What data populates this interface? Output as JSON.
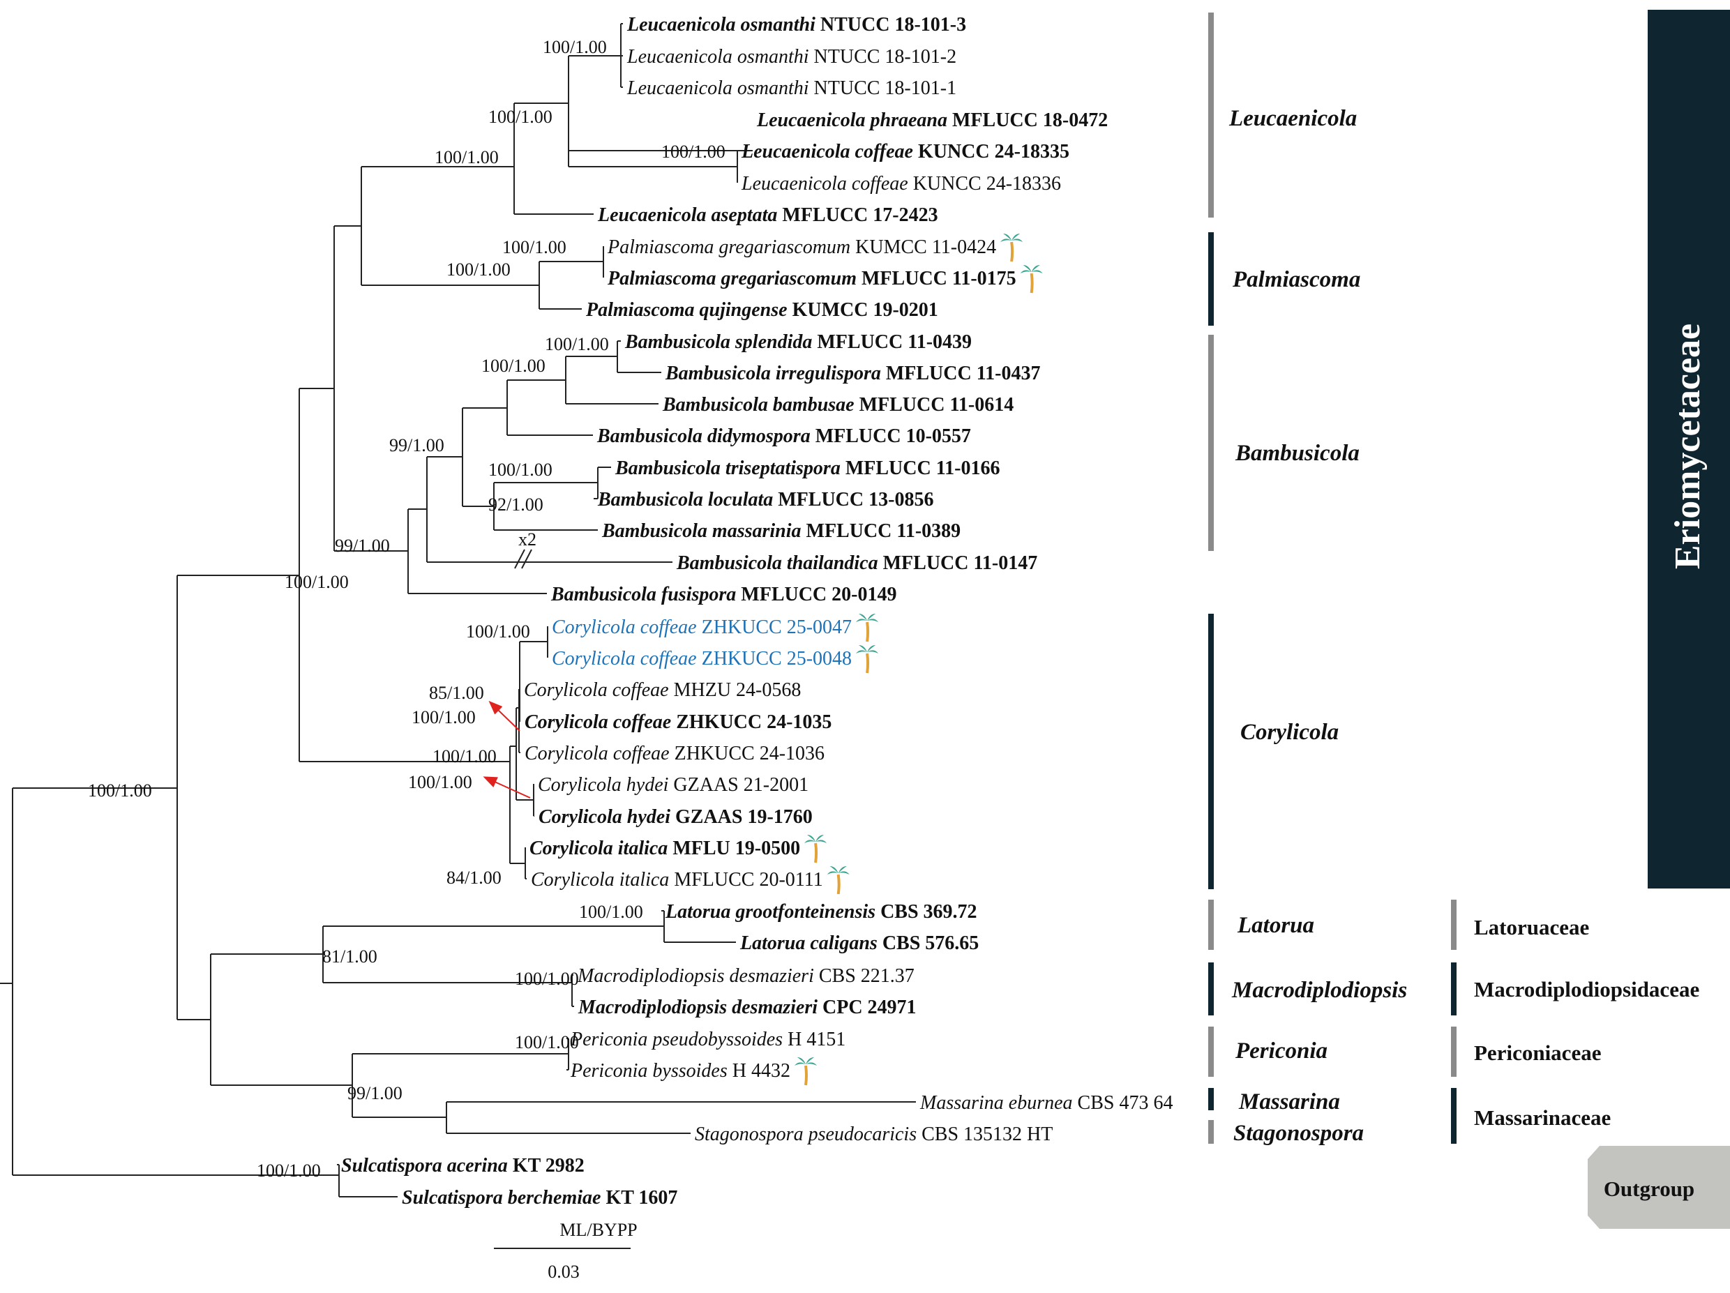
{
  "taxa": [
    {
      "genus": "Leucaenicola",
      "epithet": "osmanthi",
      "strain": "NTUCC 18-101-3",
      "bold": true,
      "blue": false,
      "palm": false
    },
    {
      "genus": "Leucaenicola",
      "epithet": "osmanthi",
      "strain": "NTUCC 18-101-2",
      "bold": false,
      "blue": false,
      "palm": false
    },
    {
      "genus": "Leucaenicola",
      "epithet": "osmanthi",
      "strain": "NTUCC 18-101-1",
      "bold": false,
      "blue": false,
      "palm": false
    },
    {
      "genus": "Leucaenicola",
      "epithet": "phraeana",
      "strain": "MFLUCC 18-0472",
      "bold": true,
      "blue": false,
      "palm": false
    },
    {
      "genus": "Leucaenicola",
      "epithet": "coffeae",
      "strain": "KUNCC 24-18335",
      "bold": true,
      "blue": false,
      "palm": false
    },
    {
      "genus": "Leucaenicola",
      "epithet": "coffeae",
      "strain": "KUNCC 24-18336",
      "bold": false,
      "blue": false,
      "palm": false
    },
    {
      "genus": "Leucaenicola",
      "epithet": "aseptata",
      "strain": "MFLUCC 17-2423",
      "bold": true,
      "blue": false,
      "palm": false
    },
    {
      "genus": "Palmiascoma",
      "epithet": "gregariascomum",
      "strain": "KUMCC 11-0424",
      "bold": false,
      "blue": false,
      "palm": true
    },
    {
      "genus": "Palmiascoma",
      "epithet": "gregariascomum",
      "strain": "MFLUCC 11-0175",
      "bold": true,
      "blue": false,
      "palm": true
    },
    {
      "genus": "Palmiascoma",
      "epithet": "qujingense",
      "strain": "KUMCC 19-0201",
      "bold": true,
      "blue": false,
      "palm": false
    },
    {
      "genus": "Bambusicola",
      "epithet": "splendida",
      "strain": "MFLUCC 11-0439",
      "bold": true,
      "blue": false,
      "palm": false
    },
    {
      "genus": "Bambusicola",
      "epithet": "irregulispora",
      "strain": "MFLUCC 11-0437",
      "bold": true,
      "blue": false,
      "palm": false
    },
    {
      "genus": "Bambusicola",
      "epithet": "bambusae",
      "strain": "MFLUCC 11-0614",
      "bold": true,
      "blue": false,
      "palm": false
    },
    {
      "genus": "Bambusicola",
      "epithet": "didymospora",
      "strain": "MFLUCC 10-0557",
      "bold": true,
      "blue": false,
      "palm": false
    },
    {
      "genus": "Bambusicola",
      "epithet": "triseptatispora",
      "strain": "MFLUCC 11-0166",
      "bold": true,
      "blue": false,
      "palm": false
    },
    {
      "genus": "Bambusicola",
      "epithet": "loculata",
      "strain": "MFLUCC 13-0856",
      "bold": true,
      "blue": false,
      "palm": false
    },
    {
      "genus": "Bambusicola",
      "epithet": "massarinia",
      "strain": "MFLUCC 11-0389",
      "bold": true,
      "blue": false,
      "palm": false
    },
    {
      "genus": "Bambusicola",
      "epithet": "thailandica",
      "strain": "MFLUCC 11-0147",
      "bold": true,
      "blue": false,
      "palm": false
    },
    {
      "genus": "Bambusicola",
      "epithet": "fusispora",
      "strain": "MFLUCC 20-0149",
      "bold": true,
      "blue": false,
      "palm": false
    },
    {
      "genus": "Corylicola",
      "epithet": "coffeae",
      "strain": "ZHKUCC 25-0047",
      "bold": false,
      "blue": true,
      "palm": true
    },
    {
      "genus": "Corylicola",
      "epithet": "coffeae",
      "strain": "ZHKUCC 25-0048",
      "bold": false,
      "blue": true,
      "palm": true
    },
    {
      "genus": "Corylicola",
      "epithet": "coffeae",
      "strain": "MHZU 24-0568",
      "bold": false,
      "blue": false,
      "palm": false
    },
    {
      "genus": "Corylicola",
      "epithet": "coffeae",
      "strain": "ZHKUCC 24-1035",
      "bold": true,
      "blue": false,
      "palm": false
    },
    {
      "genus": "Corylicola",
      "epithet": "coffeae",
      "strain": "ZHKUCC 24-1036",
      "bold": false,
      "blue": false,
      "palm": false
    },
    {
      "genus": "Corylicola",
      "epithet": "hydei",
      "strain": "GZAAS 21-2001",
      "bold": false,
      "blue": false,
      "palm": false
    },
    {
      "genus": "Corylicola",
      "epithet": "hydei",
      "strain": "GZAAS 19-1760",
      "bold": true,
      "blue": false,
      "palm": false
    },
    {
      "genus": "Corylicola",
      "epithet": "italica",
      "strain": "MFLU 19-0500",
      "bold": true,
      "blue": false,
      "palm": true
    },
    {
      "genus": "Corylicola",
      "epithet": "italica",
      "strain": "MFLUCC 20-0111",
      "bold": false,
      "blue": false,
      "palm": true
    },
    {
      "genus": "Latorua",
      "epithet": "grootfonteinensis",
      "strain": "CBS 369.72",
      "bold": true,
      "blue": false,
      "palm": false
    },
    {
      "genus": "Latorua",
      "epithet": "caligans",
      "strain": "CBS 576.65",
      "bold": true,
      "blue": false,
      "palm": false
    },
    {
      "genus": "Macrodiplodiopsis",
      "epithet": "desmazieri",
      "strain": "CBS 221.37",
      "bold": false,
      "blue": false,
      "palm": false
    },
    {
      "genus": "Macrodiplodiopsis",
      "epithet": "desmazieri",
      "strain": "CPC 24971",
      "bold": true,
      "blue": false,
      "palm": false
    },
    {
      "genus": "Periconia",
      "epithet": "pseudobyssoides",
      "strain": "H 4151",
      "bold": false,
      "blue": false,
      "palm": false
    },
    {
      "genus": "Periconia",
      "epithet": "byssoides",
      "strain": "H 4432",
      "bold": false,
      "blue": false,
      "palm": true
    },
    {
      "genus": "Massarina",
      "epithet": "eburnea",
      "strain": "CBS 473 64",
      "bold": false,
      "blue": false,
      "palm": false
    },
    {
      "genus": "Stagonospora",
      "epithet": "pseudocaricis",
      "strain": "CBS 135132 HT",
      "bold": false,
      "blue": false,
      "palm": false
    },
    {
      "genus": "Sulcatispora",
      "epithet": "acerina",
      "strain": "KT 2982",
      "bold": true,
      "blue": false,
      "palm": false
    },
    {
      "genus": "Sulcatispora",
      "epithet": "berchemiae",
      "strain": "KT 1607",
      "bold": true,
      "blue": false,
      "palm": false
    }
  ],
  "support_values": [
    "100/1.00",
    "100/1.00",
    "100/1.00",
    "100/1.00",
    "100/1.00",
    "100/1.00",
    "100/1.00",
    "100/1.00",
    "99/1.00",
    "100/1.00",
    "92/1.00",
    "99/1.00",
    "100/1.00",
    "100/1.00",
    "85/1.00",
    "100/1.00",
    "100/1.00",
    "100/1.00",
    "84/1.00",
    "100/1.00",
    "100/1.00",
    "81/1.00",
    "100/1.00",
    "100/1.00",
    "99/1.00",
    "100/1.00"
  ],
  "break_label": "x2",
  "genus_labels": [
    "Leucaenicola",
    "Palmiascoma",
    "Bambusicola",
    "Corylicola",
    "Latorua",
    "Macrodiplodiopsis",
    "Periconia",
    "Massarina",
    "Stagonospora"
  ],
  "family_labels": [
    "Latoruaceae",
    "Macrodiplodiopsidaceae",
    "Periconiaceae",
    "Massarinaceae"
  ],
  "eriomycetaceae_label": "Eriomycetaceae",
  "outgroup_label": "Outgroup",
  "scale": {
    "legend": "ML/BYPP",
    "value": "0.03"
  },
  "colors": {
    "dark_bar": "#0f2530",
    "grey_bar": "#8a8a8a",
    "blue_taxon": "#1e73b8",
    "outgroup_box": "#c3c3c0",
    "arrow": "#e0221e",
    "palm_leaf": "#3aa58f",
    "palm_trunk": "#e2a23a"
  },
  "icons": {
    "host_marker": "palm-tree-icon"
  }
}
